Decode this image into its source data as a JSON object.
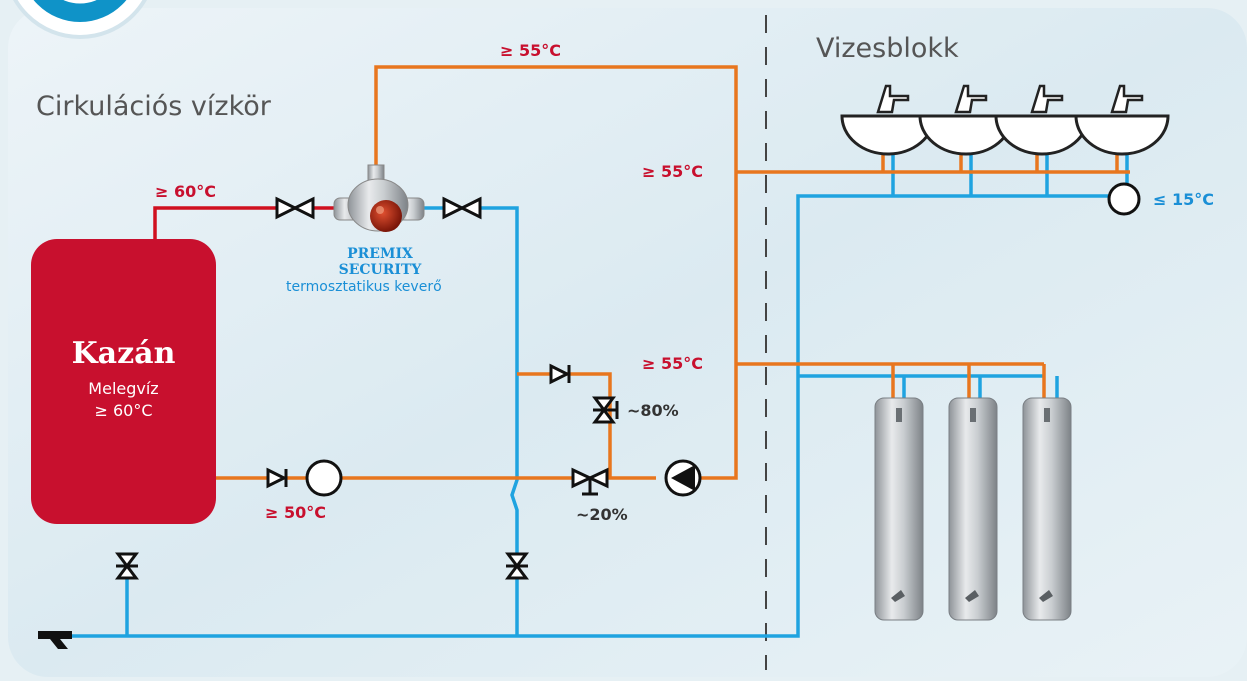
{
  "titles": {
    "left": "Cirkulációs vízkör",
    "right": "Vizesblokk"
  },
  "boiler": {
    "title": "Kazán",
    "line1": "Melegvíz",
    "line2": "≥ 60°C"
  },
  "mixer": {
    "line1": "PREMIX",
    "line2": "SECURITY",
    "line3": "termosztatikus keverő"
  },
  "temperatures": {
    "hot_out": "≥ 60°C",
    "top_loop": "≥ 55°C",
    "riser_upper": "≥ 55°C",
    "riser_lower": "≥ 55°C",
    "return": "≥ 50°C",
    "cold": "≤ 15°C"
  },
  "percentages": {
    "upper": "~80%",
    "lower": "~20%"
  },
  "colors": {
    "hot_pipe": "#e8761e",
    "boiler_pipe": "#d0101f",
    "cold_pipe": "#1fa3e0",
    "boiler": "#c8102e",
    "background": "#e6f0f4"
  },
  "icons": [
    "logo-badge-icon",
    "valve-icon",
    "check-valve-icon",
    "pump-icon",
    "drain-icon",
    "washbasin-tap-icon",
    "shower-panel-icon",
    "mixer-valve-icon"
  ]
}
